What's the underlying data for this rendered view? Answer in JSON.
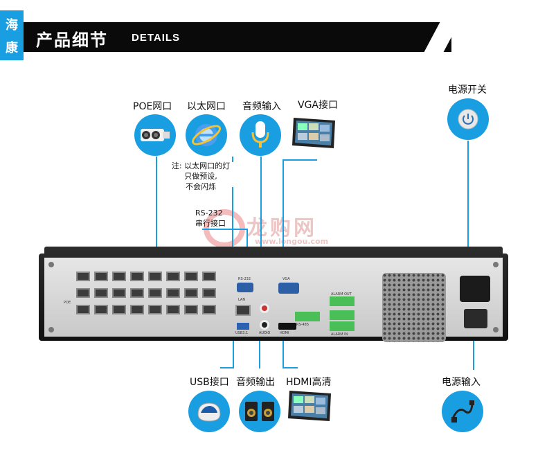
{
  "header": {
    "brand_chars": [
      "海",
      "康"
    ],
    "title_cn": "产品细节",
    "title_en": "DETAILS"
  },
  "labels": {
    "poe": "POE网口",
    "ethernet": "以太网口",
    "audio_in": "音频输入",
    "vga": "VGA接口",
    "power_switch": "电源开关",
    "usb": "USB接口",
    "audio_out": "音频输出",
    "hdmi": "HDMI高清",
    "power_in": "电源输入"
  },
  "notes": {
    "ethernet_note": [
      "注: 以太网口的灯",
      "只做预设,",
      "不会闪烁"
    ],
    "rs232": [
      "RS-232",
      "串行接口"
    ]
  },
  "watermark": {
    "text": "龙购网",
    "url": "www.longou.com"
  },
  "device_labels": {
    "poe": "POE",
    "lan": "LAN",
    "vga": "VGA",
    "usb": "USB3.1",
    "audio": "AUDIO",
    "hdmi": "HDMI",
    "rs485": "RS-485",
    "alarm_out": "ALARM OUT",
    "alarm_in": "ALARM IN",
    "rs232": "RS-232"
  },
  "colors": {
    "accent": "#1a9ee2",
    "header_bg": "#0a0a0a"
  },
  "icons": [
    "camera-icon",
    "ie-globe-icon",
    "microphone-icon",
    "monitor-icon",
    "power-button-icon",
    "mouse-icon",
    "speakers-icon",
    "monitor-icon",
    "power-cable-icon"
  ]
}
